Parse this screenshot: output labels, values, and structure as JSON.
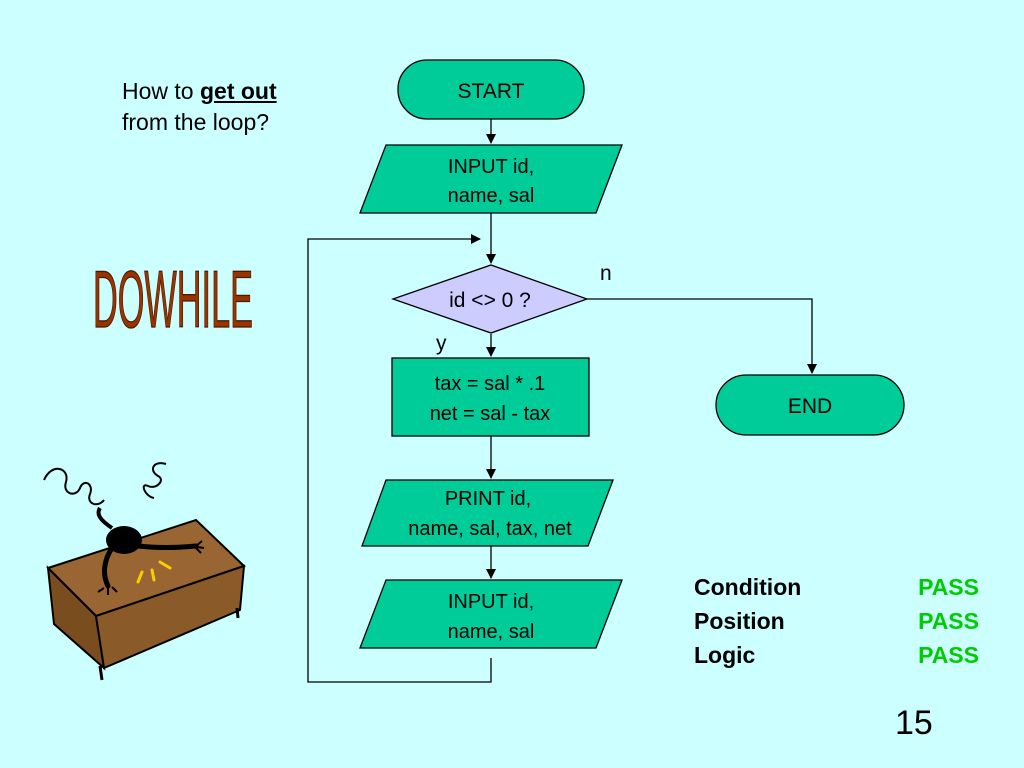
{
  "question": {
    "prefix": "How to ",
    "emphasis": "get out",
    "line2": "from the loop?"
  },
  "wordart": "DOWHILE",
  "flowchart": {
    "start": "START",
    "input1": [
      "INPUT id,",
      "name, sal"
    ],
    "decision": "id <> 0 ?",
    "branch_no": "n",
    "branch_yes": "y",
    "process": [
      "tax = sal * .1",
      "net = sal - tax"
    ],
    "print": [
      "PRINT id,",
      "name, sal, tax, net"
    ],
    "input2": [
      "INPUT id,",
      "name, sal"
    ],
    "end": "END"
  },
  "results": [
    {
      "label": "Condition",
      "status": "PASS"
    },
    {
      "label": "Position",
      "status": "PASS"
    },
    {
      "label": "Logic",
      "status": "PASS"
    }
  ],
  "page_number": "15",
  "colors": {
    "background": "#ccffff",
    "shape_fill": "#00cc99",
    "decision_fill": "#ccccff",
    "wordart_fill": "#993300",
    "pass": "#00cc00",
    "desk": "#996633"
  }
}
